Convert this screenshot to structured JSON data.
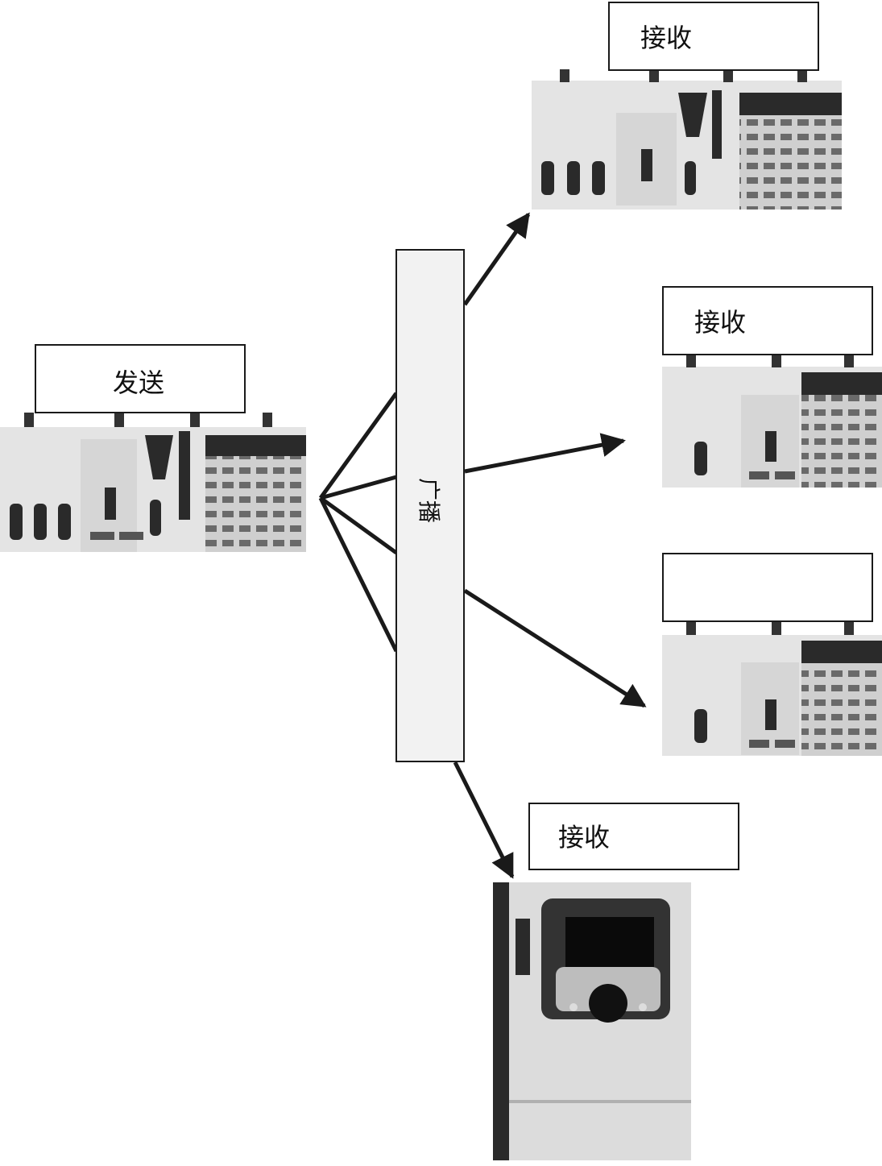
{
  "labels": {
    "sender": "发送",
    "receiver_1": "接收",
    "receiver_2": "接收",
    "receiver_3": "",
    "receiver_4": "接收"
  },
  "bus": {
    "label": "广播"
  },
  "colors": {
    "line": "#1a1a1a",
    "device_body": "#d9d9d9",
    "device_dark": "#2a2a2a"
  }
}
